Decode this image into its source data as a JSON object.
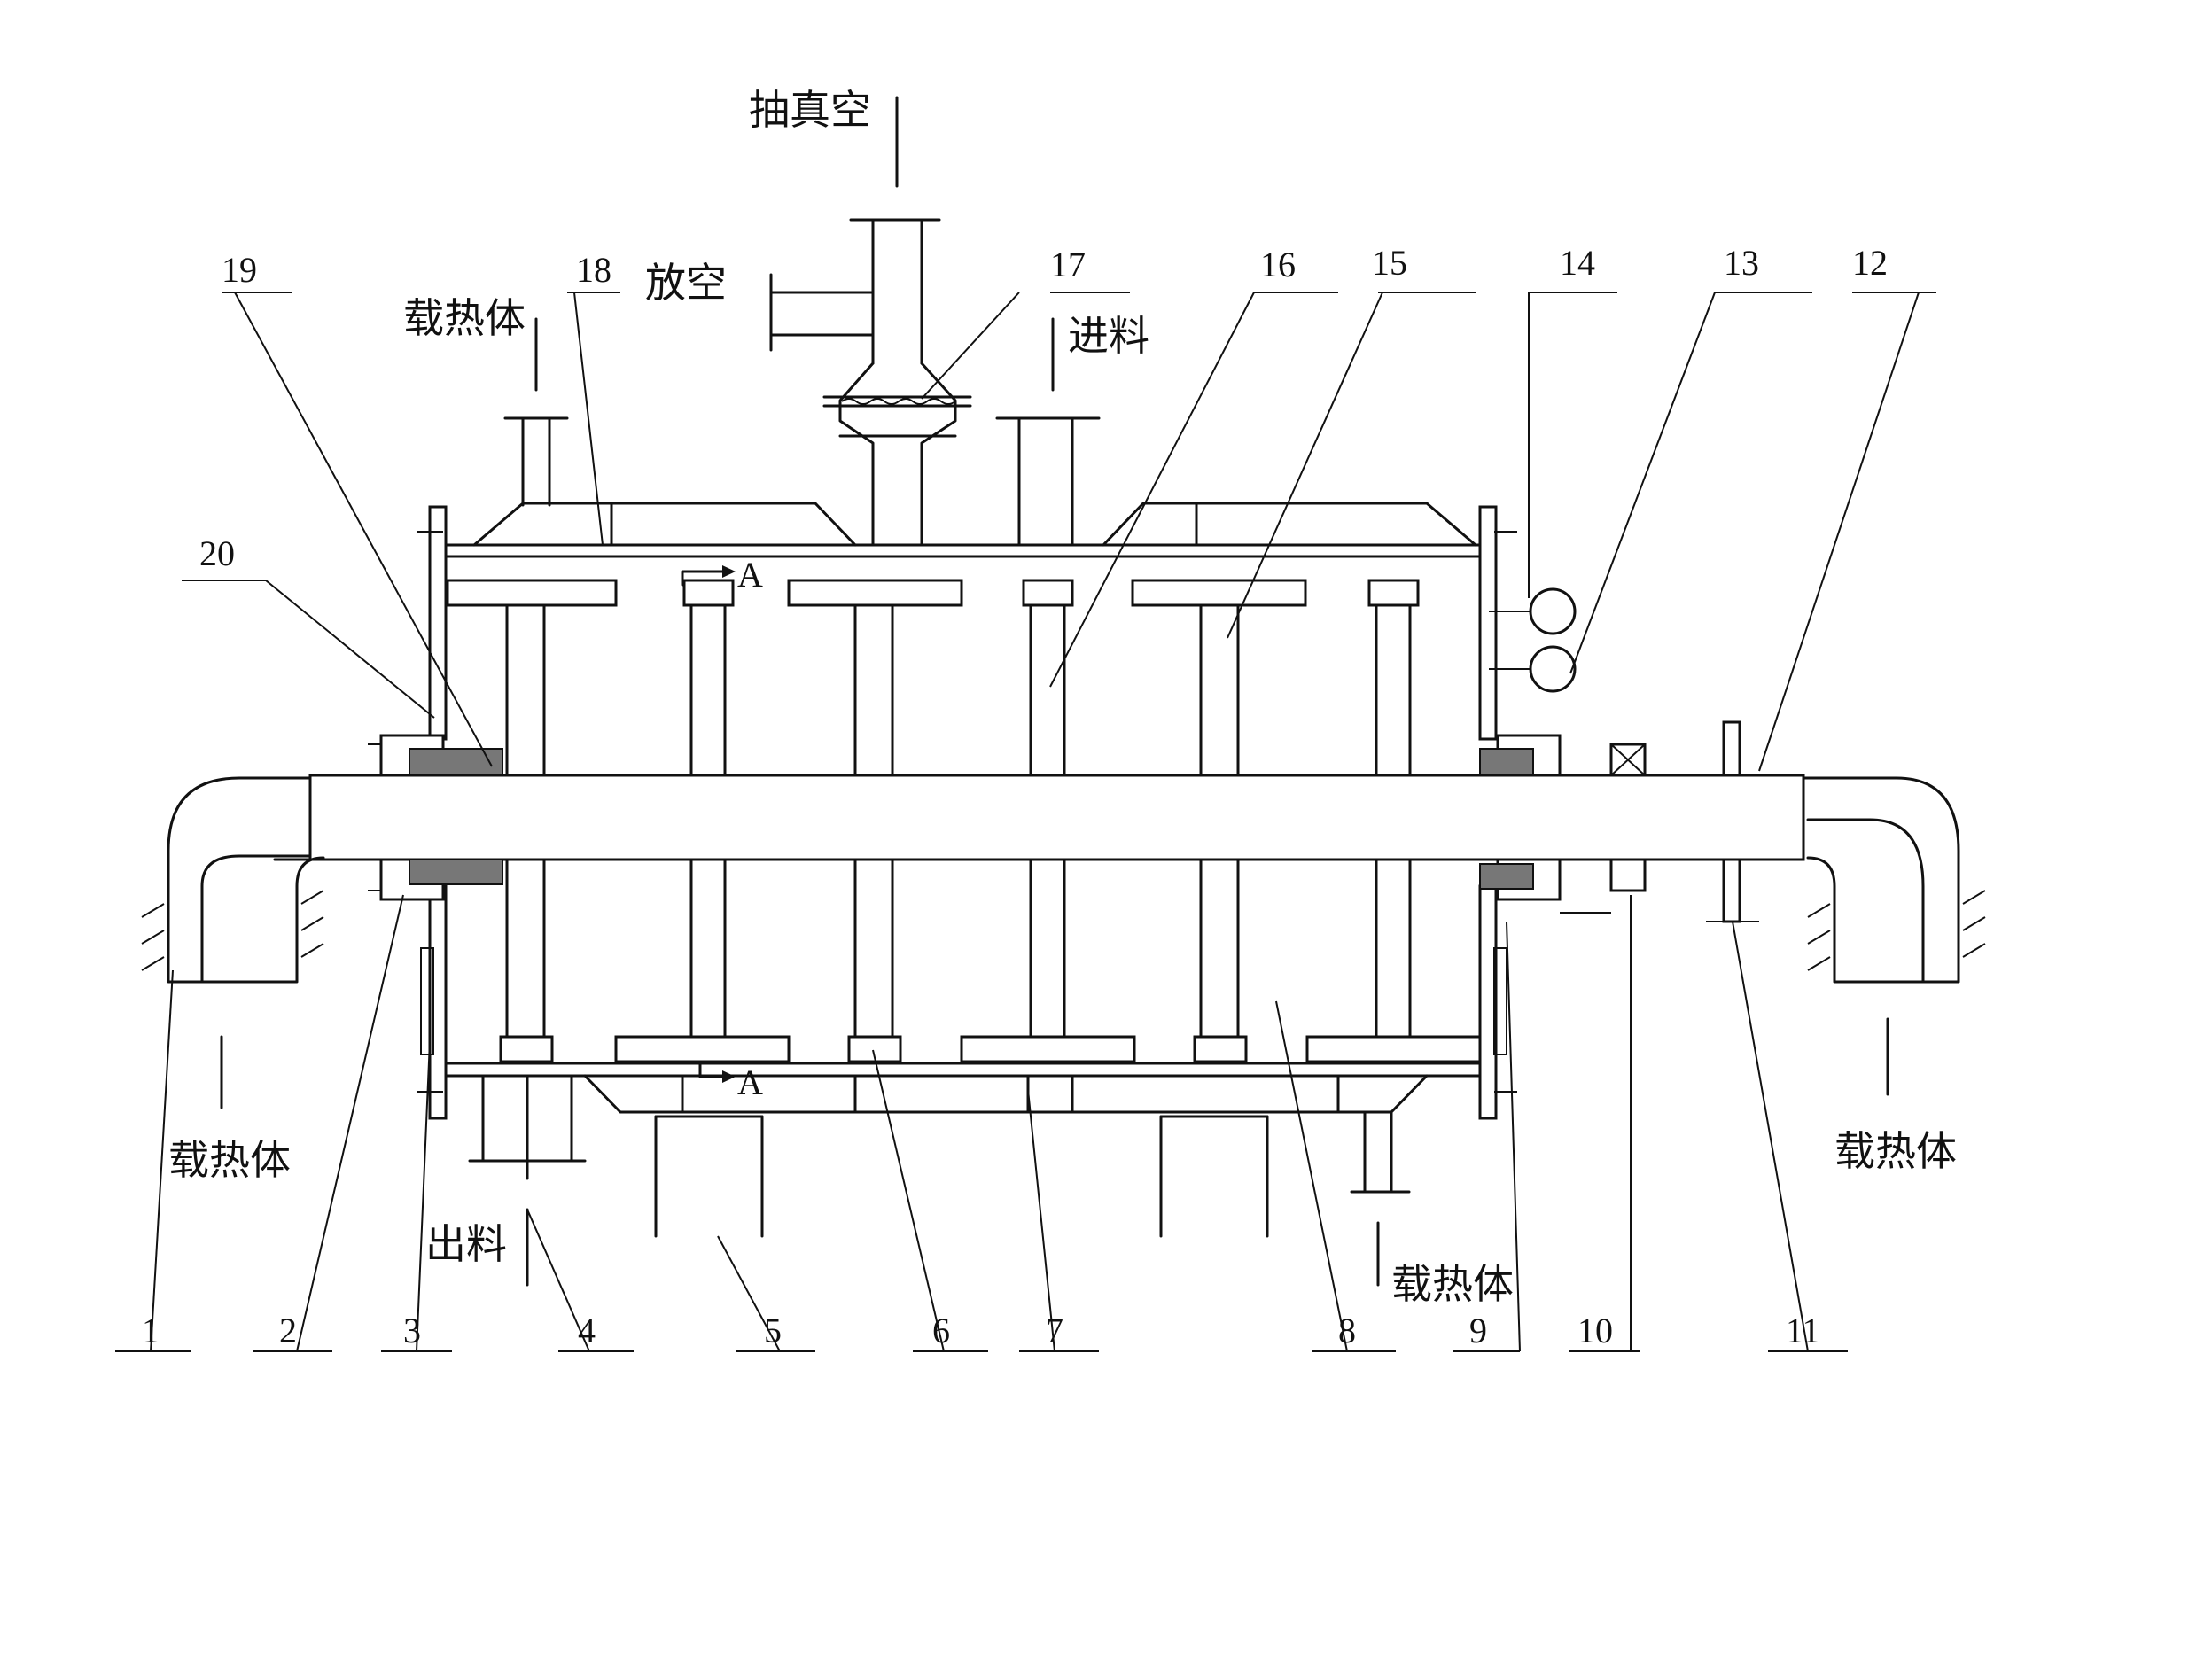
{
  "labels": {
    "vacuum": "抽真空",
    "vent": "放空",
    "feed": "进料",
    "discharge": "出料",
    "heat_carrier_top_left": "载热体",
    "heat_carrier_left": "载热体",
    "heat_carrier_right": "载热体",
    "heat_carrier_bottom": "载热体",
    "section_top": "A",
    "section_bottom": "A"
  },
  "part_numbers": {
    "p1": "1",
    "p2": "2",
    "p3": "3",
    "p4": "4",
    "p5": "5",
    "p6": "6",
    "p7": "7",
    "p8": "8",
    "p9": "9",
    "p10": "10",
    "p11": "11",
    "p12": "12",
    "p13": "13",
    "p14": "14",
    "p15": "15",
    "p16": "16",
    "p17": "17",
    "p18": "18",
    "p19": "19",
    "p20": "20"
  }
}
